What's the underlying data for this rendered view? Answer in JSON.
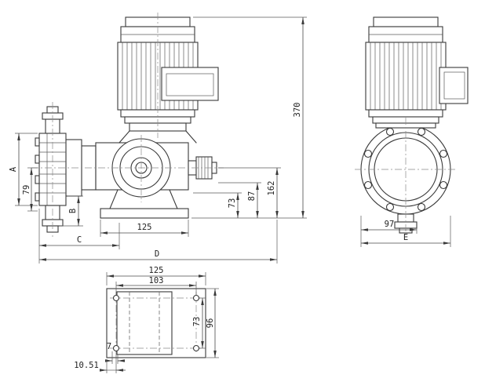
{
  "drawing": {
    "background": "#ffffff",
    "line_color": "#3a3a3a",
    "side_view": {
      "dims": {
        "overall_height": "370",
        "height_162": "162",
        "height_87": "87",
        "height_73": "73",
        "dim_a": "A",
        "height_79": "79",
        "dim_b": "B",
        "dim_c": "C",
        "base_length": "125",
        "dim_d": "D"
      }
    },
    "front_view": {
      "dims": {
        "width_97": "97",
        "dim_e": "E"
      }
    },
    "base_view": {
      "dims": {
        "length_125": "125",
        "hole_pitch_103": "103",
        "hole_pitch_73": "73",
        "width_96": "96",
        "offset_7": "7",
        "offset_10_51": "10.51"
      }
    }
  }
}
